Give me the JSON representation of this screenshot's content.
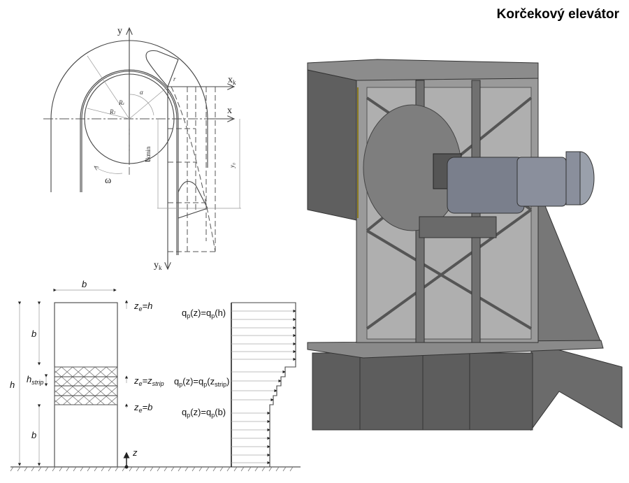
{
  "title": "Korčekový elevátor",
  "bucket_diagram": {
    "axis_y": "y",
    "axis_x": "x",
    "axis_xk": "x",
    "axis_xk_sub": "k",
    "axis_yk": "y",
    "axis_yk_sub": "k",
    "radius_outer": "R",
    "radius_outer_sub": "c",
    "radius_drum": "R",
    "radius_drum_sub": "1",
    "angle": "α",
    "omega": "ω",
    "t_label": "t",
    "t_sub": "kmin",
    "y0_label": "y₀",
    "r_label": "r"
  },
  "wind_diagram": {
    "width_label": "b",
    "height_label": "h",
    "top_b": "b",
    "bottom_b": "b",
    "h_strip": "h",
    "h_strip_sub": "strip",
    "ze_h": {
      "z": "z",
      "sub": "e",
      "rest": "=h"
    },
    "ze_strip": {
      "z": "z",
      "sub": "e",
      "rest": "=z",
      "rest_sub": "strip"
    },
    "ze_b": {
      "z": "z",
      "sub": "e",
      "rest": "=b"
    },
    "z_axis": "z",
    "q_h": {
      "a": "q",
      "s1": "p",
      "b": "(z)=q",
      "s2": "p",
      "c": "(h)"
    },
    "q_strip": {
      "a": "q",
      "s1": "p",
      "b": "(z)=q",
      "s2": "p",
      "c": "(z",
      "s3": "strip",
      "d": ")"
    },
    "q_b": {
      "a": "q",
      "s1": "p",
      "b": "(z)=q",
      "s2": "p",
      "c": "(b)"
    }
  },
  "colors": {
    "frame": "#5a5a5a",
    "frame_dark": "#3c3c3c",
    "motor": "#7a7f8c"
  }
}
